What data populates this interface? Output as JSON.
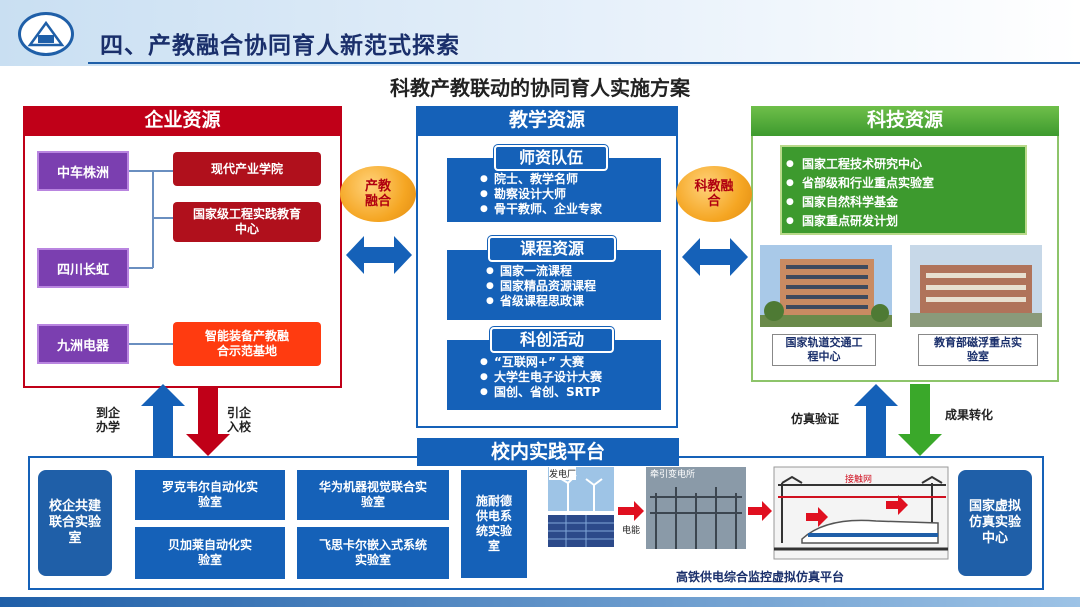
{
  "page_title": "四、产教融合协同育人新范式探索",
  "subtitle": "科教产教联动的协同育人实施方案",
  "enterprise": {
    "title": "企业资源",
    "companies": [
      "中车株洲",
      "四川长虹",
      "九洲电器"
    ],
    "platforms": [
      "现代产业学院",
      "国家级工程实践教育中心",
      "智能装备产教融合示范基地"
    ]
  },
  "teaching": {
    "title": "教学资源",
    "groups": [
      {
        "title": "师资队伍",
        "items": [
          "院士、教学名师",
          "勘察设计大师",
          "骨干教师、企业专家"
        ]
      },
      {
        "title": "课程资源",
        "items": [
          "国家一流课程",
          "国家精品资源课程",
          "省级课程思政课"
        ]
      },
      {
        "title": "科创活动",
        "items": [
          "“互联网+” 大赛",
          "大学生电子设计大赛",
          "国创、省创、SRTP"
        ]
      }
    ]
  },
  "science": {
    "title": "科技资源",
    "items": [
      "国家工程技术研究中心",
      "省部级和行业重点实验室",
      "国家自然科学基金",
      "国家重点研发计划"
    ],
    "photo_labels": [
      "国家轨道交通工程中心",
      "教育部磁浮重点实验室"
    ]
  },
  "circles": {
    "left": "产教融合",
    "right": "科教融合"
  },
  "arrows": {
    "to_enterprise": "到企办学",
    "into_school": "引企入校",
    "sim_verify": "仿真验证",
    "achievement": "成果转化"
  },
  "practice": {
    "title": "校内实践平台",
    "left_label": "校企共建联合实验室",
    "labs": [
      "罗克韦尔自动化实验室",
      "华为机器视觉联合实验室",
      "贝加莱自动化实验室",
      "飞思卡尔嵌入式系统实验室"
    ],
    "schneider": "施耐德供电系统实验室",
    "sim_caption": "高铁供电综合监控虚拟仿真平台",
    "sim_tags": {
      "power_plant": "发电厂",
      "substation": "牵引变电所",
      "energy": "电能",
      "catenary": "接触网"
    },
    "right_label": "国家虚拟仿真实验中心"
  },
  "colors": {
    "enterprise": "#c00018",
    "teaching": "#1561b8",
    "science": "#3d9a2e",
    "orange": "#f5a623"
  }
}
